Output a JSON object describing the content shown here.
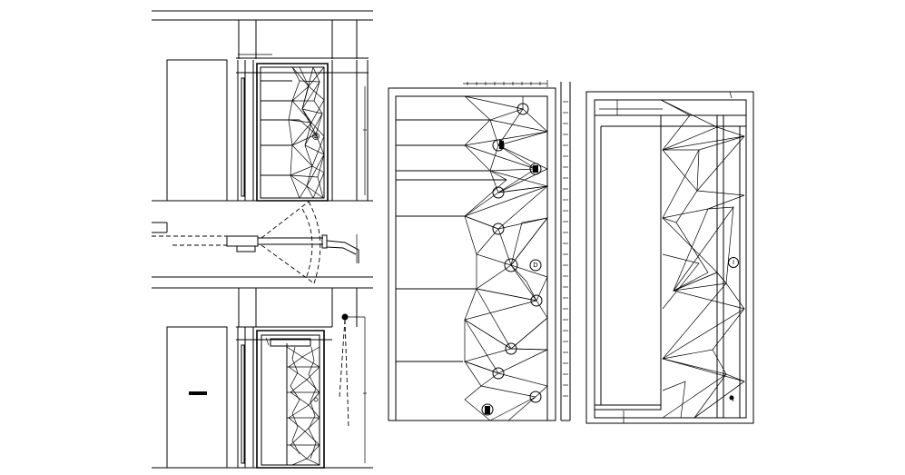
{
  "drawing": {
    "views": [
      {
        "id": "front-elevation-top"
      },
      {
        "id": "plan-section"
      },
      {
        "id": "front-elevation-bottom"
      },
      {
        "id": "door-leaf-detail"
      },
      {
        "id": "door-frame-elevation"
      }
    ],
    "markers": {
      "left_elevation": "B",
      "center_detail": "D",
      "right_elevation": "I"
    },
    "colors": {
      "line": "#000000",
      "background": "#ffffff"
    }
  }
}
